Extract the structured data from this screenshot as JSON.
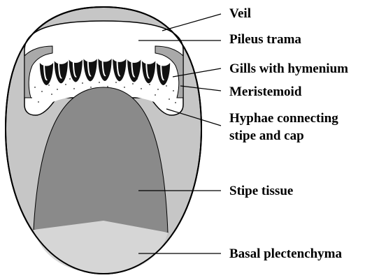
{
  "colors": {
    "veil": "#c6c6c6",
    "stipe": "#8a8a8a",
    "basal": "#d6d6d6",
    "gill": "#111111",
    "outline": "#000000",
    "background": "#ffffff"
  },
  "labels": {
    "veil": "Veil",
    "pileus_trama": "Pileus trama",
    "gills": "Gills with hymenium",
    "meristemoid": "Meristemoid",
    "hyphae_line1": "Hyphae connecting",
    "hyphae_line2": "stipe and cap",
    "stipe_tissue": "Stipe tissue",
    "basal_plectenchyma": "Basal plectenchyma"
  },
  "gill_count": 9
}
